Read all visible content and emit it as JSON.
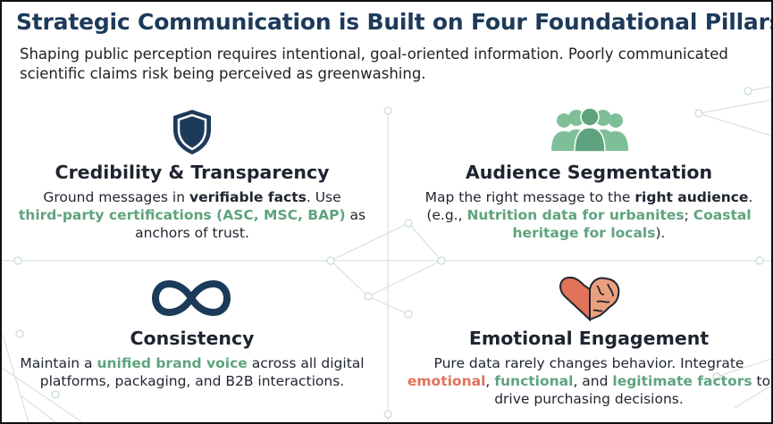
{
  "title": "Strategic Communication is Built on Four Foundational Pillars",
  "subtitle": "Shaping public perception requires intentional, goal-oriented information. Poorly communicated scientific claims risk being perceived as greenwashing.",
  "colors": {
    "title": "#1d3a5a",
    "accent_green": "#5fa37e",
    "accent_coral": "#e0735a",
    "icon_navy": "#1d3a5a"
  },
  "pillars": {
    "credibility": {
      "icon": "shield-icon",
      "heading": "Credibility & Transparency",
      "t1": "Ground messages in ",
      "t2": "verifiable facts",
      "t3": ". Use",
      "t4": "third-party certifications (ASC, MSC, BAP)",
      "t5": " as",
      "t6": "anchors of trust."
    },
    "audience": {
      "icon": "audience-group-icon",
      "heading": "Audience Segmentation",
      "t1": "Map the right message to the ",
      "t2": "right audience",
      "t3": ".",
      "t4": "(e.g., ",
      "t5": "Nutrition data for urbanites",
      "t6": "; ",
      "t7": "Coastal",
      "t8": "heritage for locals",
      "t9": ")."
    },
    "consistency": {
      "icon": "infinity-icon",
      "heading": "Consistency",
      "t1": "Maintain a ",
      "t2": "unified brand voice",
      "t3": " across all digital",
      "t4": "platforms, packaging, and B2B interactions."
    },
    "emotional": {
      "icon": "heart-brain-icon",
      "heading": "Emotional Engagement",
      "t1": "Pure data rarely changes behavior. Integrate",
      "t2": "emotional",
      "t3": ", ",
      "t4": "functional",
      "t5": ", and ",
      "t6": "legitimate factors",
      "t7": " to",
      "t8": "drive purchasing decisions."
    }
  }
}
